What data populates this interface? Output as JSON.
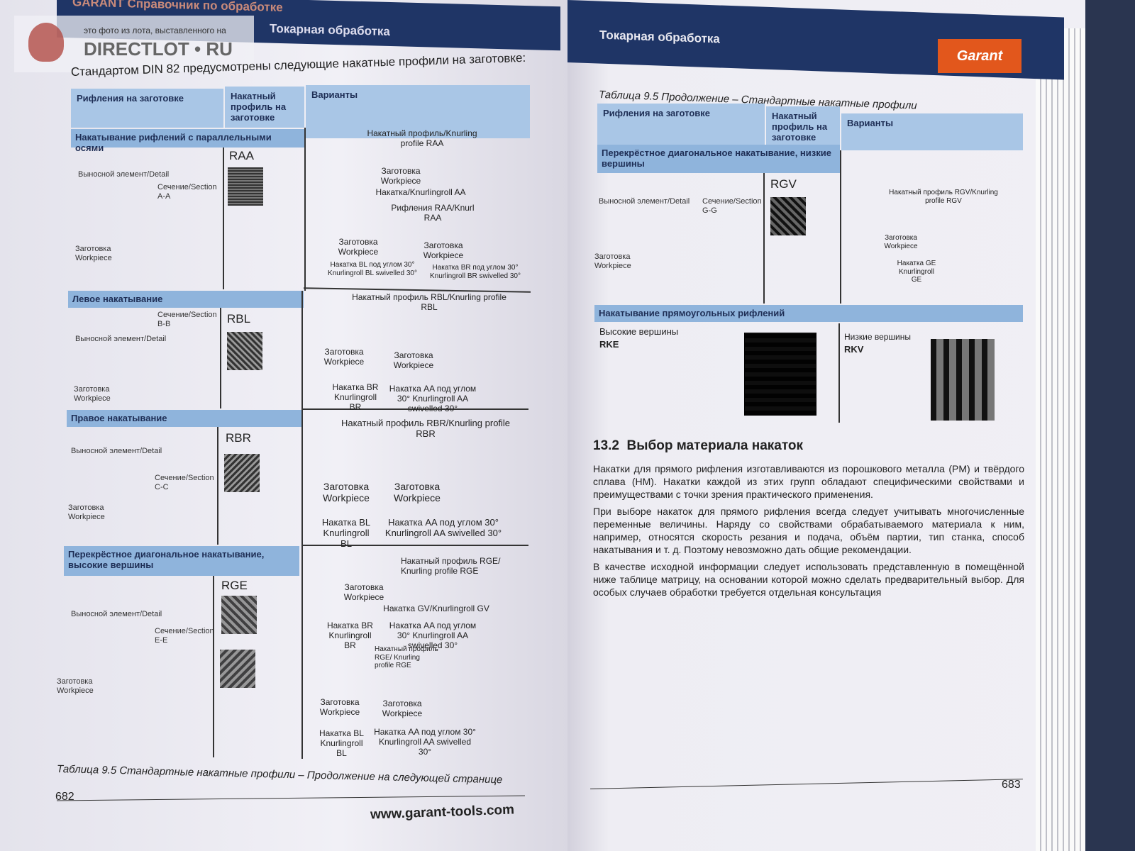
{
  "watermark": {
    "caption": "это фото из лота, выставленного на",
    "brand": "DIRECTLOT • RU"
  },
  "left_page": {
    "header_title": "GARANT Справочник по обработке",
    "section_title": "Токарная обработка",
    "intro": "Стандартом DIN 82 предусмотрены следующие накатные профили на заготовке:",
    "table_headers": [
      "Рифления на заготовке",
      "Накатный профиль на заготовке",
      "Варианты"
    ],
    "sections": [
      {
        "title": "Накатывание рифлений с параллельными осями",
        "code": "RAA",
        "labels": [
          "Выносной элемент/Detail",
          "Сечение/Section A-A",
          "Заготовка Workpiece"
        ],
        "variants": [
          "Накатный профиль/Knurling profile RAA",
          "Заготовка Workpiece",
          "Накатка/Knurlingroll AA",
          "Рифления RAA/Knurl RAA",
          "Заготовка Workpiece",
          "Заготовка Workpiece",
          "Накатка BL под углом 30° Knurlingroll BL swivelled 30°",
          "Накатка BR под углом 30° Knurlingroll BR swivelled 30°"
        ]
      },
      {
        "title": "Левое накатывание",
        "code": "RBL",
        "labels": [
          "Выносной элемент/Detail",
          "Сечение/Section B-B",
          "Заготовка Workpiece"
        ],
        "variants": [
          "Накатный профиль RBL/Knurling profile RBL",
          "Заготовка Workpiece",
          "Заготовка Workpiece",
          "Накатка BR Knurlingroll BR",
          "Накатка AA под углом 30° Knurlingroll AA swivelled 30°"
        ]
      },
      {
        "title": "Правое накатывание",
        "code": "RBR",
        "labels": [
          "Выносной элемент/Detail",
          "Сечение/Section C-C",
          "Заготовка Workpiece"
        ],
        "variants": [
          "Накатный профиль RBR/Knurling profile RBR",
          "Заготовка Workpiece",
          "Заготовка Workpiece",
          "Накатка BL Knurlingroll BL",
          "Накатка AA под углом 30° Knurlingroll AA swivelled 30°"
        ]
      },
      {
        "title": "Перекрёстное диагональное накатывание, высокие вершины",
        "code": "RGE",
        "labels": [
          "Выносной элемент/Detail",
          "Сечение/Section E-E",
          "Заготовка Workpiece"
        ],
        "variants": [
          "Накатный профиль RGE/ Knurling profile RGE",
          "Заготовка Workpiece",
          "Накатка GV/Knurlingroll GV",
          "Накатка BR Knurlingroll BR",
          "Накатка AA под углом 30° Knurlingroll AA swivelled 30°",
          "Накатный профиль RGE/ Knurling profile RGE",
          "Заготовка Workpiece",
          "Заготовка Workpiece",
          "Накатка BL Knurlingroll BL",
          "Накатка AA под углом 30° Knurlingroll AA swivelled 30°"
        ]
      }
    ],
    "caption": "Таблица 9.5  Стандартные накатные профили – Продолжение на следующей странице",
    "page_number": "682",
    "url": "www.garant-tools.com"
  },
  "right_page": {
    "section_title": "Токарная обработка",
    "logo": "Garant",
    "caption": "Таблица 9.5  Продолжение – Стандартные накатные профили",
    "table_headers": [
      "Рифления на заготовке",
      "Накатный профиль на заготовке",
      "Варианты"
    ],
    "section1": {
      "title": "Перекрёстное диагональное накатывание, низкие вершины",
      "code": "RGV",
      "labels": [
        "Выносной элемент/Detail",
        "Сечение/Section G-G",
        "Заготовка Workpiece"
      ],
      "variants": [
        "Накатный профиль RGV/Knurling profile RGV",
        "Заготовка Workpiece",
        "Накатка GE Knurlingroll GE"
      ]
    },
    "section2": {
      "title": "Накатывание прямоугольных рифлений",
      "left_label": "Высокие вершины",
      "left_code": "RKE",
      "right_label": "Низкие вершины",
      "right_code": "RKV"
    },
    "heading_num": "13.2",
    "heading": "Выбор материала накаток",
    "paragraphs": [
      "Накатки для прямого рифления изготавливаются из порошкового металла (PM) и твёрдого сплава (HM). Накатки каждой из этих групп обладают специфическими свойствами и преимуществами с точки зрения практического применения.",
      "При выборе накаток для прямого рифления всегда следует учитывать многочисленные переменные величины. Наряду со свойствами обрабатываемого материала к ним, например, относятся скорость резания и подача, объём партии, тип станка, способ накатывания и т. д. Поэтому невозможно дать общие рекомендации.",
      "В качестве исходной информации следует использовать представленную в помещённой ниже таблице матрицу, на основании которой можно сделать предварительный выбор. Для особых случаев обработки требуется отдельная консультация"
    ],
    "page_number": "683"
  }
}
